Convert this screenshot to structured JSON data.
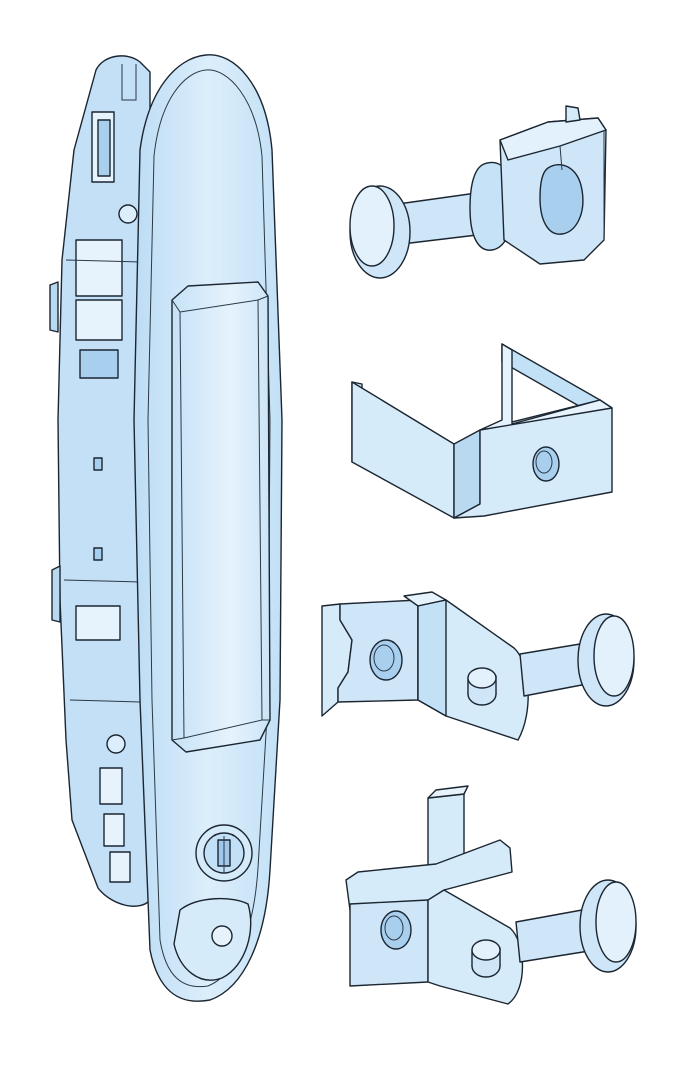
{
  "colors": {
    "part_fill": "#cfe6f8",
    "part_fill_light": "#e4f2fc",
    "part_fill_dark": "#a9cfee",
    "outline": "#1b2631",
    "background": "#ffffff"
  },
  "parts": [
    {
      "name": "handle-lock"
    },
    {
      "name": "pin-with-clevis-clip"
    },
    {
      "name": "u-bracket-with-hole"
    },
    {
      "name": "angle-bracket-with-pin"
    },
    {
      "name": "l-bracket-with-pin"
    }
  ]
}
